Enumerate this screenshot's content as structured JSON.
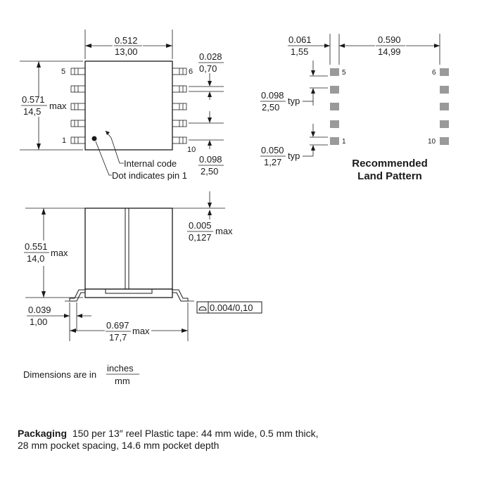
{
  "top_view": {
    "width_in": "0.512",
    "width_mm": "13,00",
    "height_in": "0.571",
    "height_mm": "14,5",
    "height_suffix": "max",
    "lead_width_in": "0.028",
    "lead_width_mm": "0,70",
    "pitch_in": "0.098",
    "pitch_mm": "2,50",
    "pin_5": "5",
    "pin_6": "6",
    "pin_1": "1",
    "pin_10": "10",
    "note_code": "Internal code",
    "note_dot": "Dot indicates pin 1"
  },
  "land_pattern": {
    "pad_width_in": "0.061",
    "pad_width_mm": "1,55",
    "span_in": "0.590",
    "span_mm": "14,99",
    "pitch_in": "0.098",
    "pitch_mm": "2,50",
    "pitch_suffix": "typ",
    "pad_len_in": "0.050",
    "pad_len_mm": "1,27",
    "pad_len_suffix": "typ",
    "pin_5": "5",
    "pin_6": "6",
    "pin_1": "1",
    "pin_10": "10",
    "title_line1": "Recommended",
    "title_line2": "Land Pattern"
  },
  "side_view": {
    "height_in": "0.551",
    "height_mm": "14,0",
    "height_suffix": "max",
    "standoff_in": "0.005",
    "standoff_mm": "0,127",
    "standoff_suffix": "max",
    "lead_in": "0.039",
    "lead_mm": "1,00",
    "overall_in": "0.697",
    "overall_mm": "17,7",
    "overall_suffix": "max",
    "coplanarity": "0.004/0,10"
  },
  "units_note": {
    "prefix": "Dimensions are in",
    "upper": "inches",
    "lower": "mm"
  },
  "packaging": {
    "label": "Packaging",
    "line1": "150 per 13″ reel  Plastic tape: 44 mm wide, 0.5 mm thick,",
    "line2": "28 mm pocket spacing, 14.6 mm pocket depth"
  }
}
